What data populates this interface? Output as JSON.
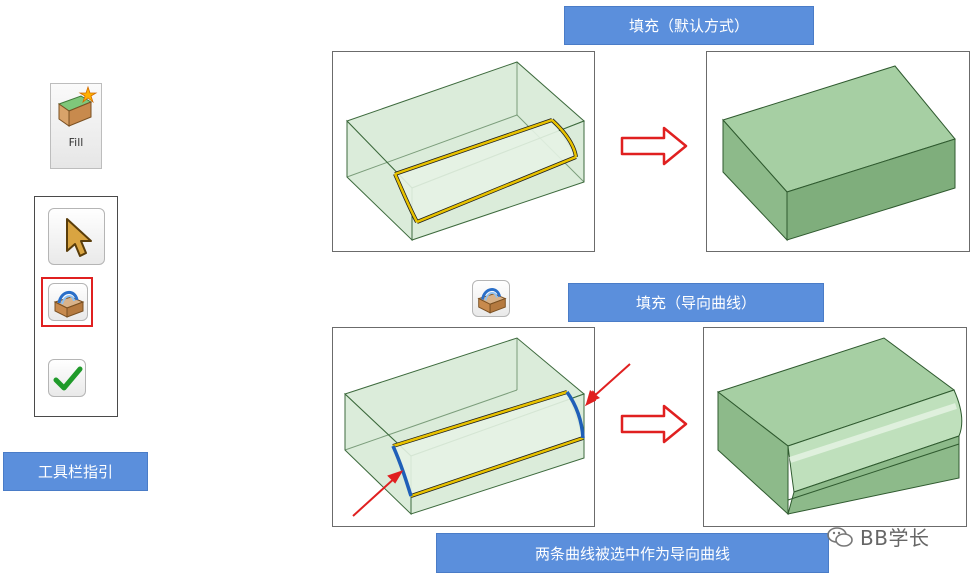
{
  "labels": {
    "toolbar_guide": "工具栏指引",
    "fill_default": "填充（默认方式）",
    "fill_guide_curve": "填充（导向曲线）",
    "two_curves_as_guide": "两条曲线被选中作为导向曲线"
  },
  "fill_tool": {
    "label": "Fill",
    "icon": "fill-box-icon"
  },
  "toolbar": {
    "buttons": [
      {
        "name": "select-arrow",
        "icon": "arrow-cursor-icon"
      },
      {
        "name": "guide-curve",
        "icon": "guide-curve-box-icon",
        "highlighted": true
      },
      {
        "name": "confirm",
        "icon": "green-check-icon"
      }
    ]
  },
  "watermark": {
    "text": "BB学长",
    "icon": "wechat-icon"
  },
  "colors": {
    "label_blue": "#5b8fdc",
    "solid_green": "#9cc79a",
    "edge_yellow": "#e8c200",
    "guide_blue": "#1f5fb8",
    "arrow_red": "#e02020"
  }
}
